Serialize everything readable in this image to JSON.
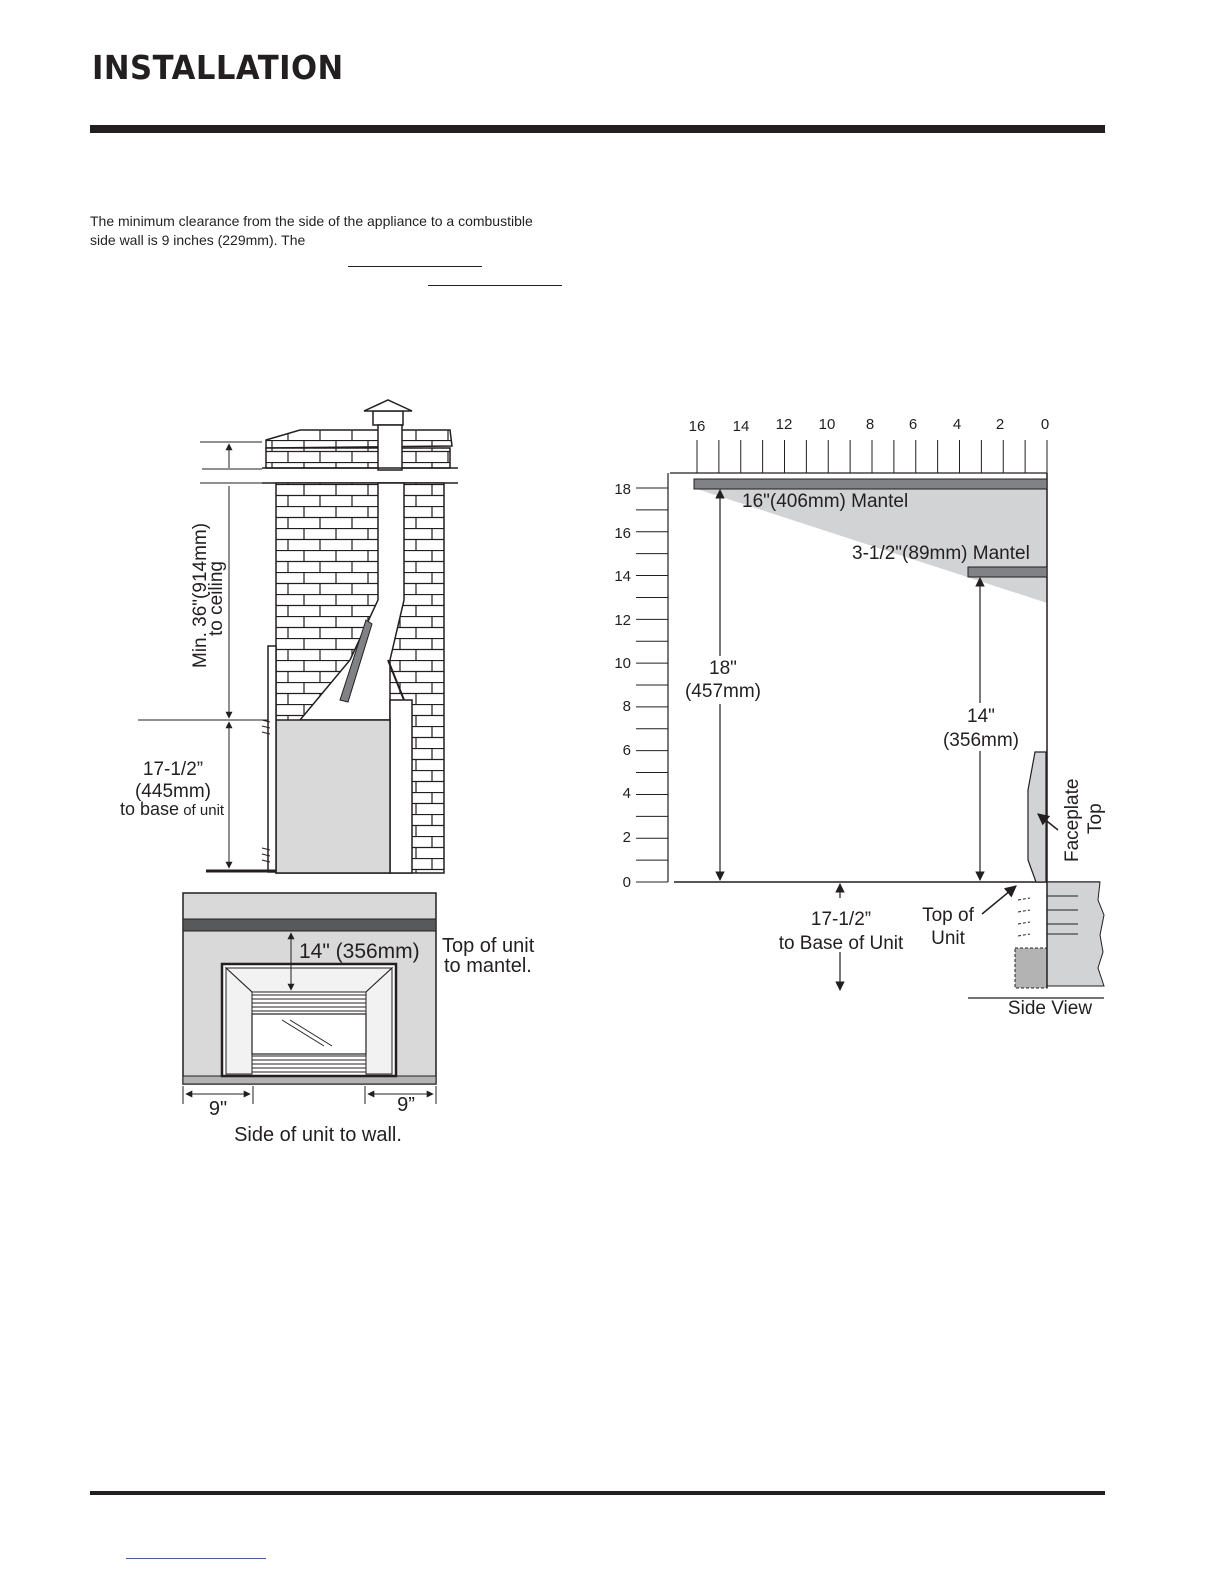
{
  "page": {
    "heading": "INSTALLATION",
    "paragraph_line1": "The minimum clearance from the side of the appliance to a combustible",
    "paragraph_line2": "side wall is 9 inches (229mm). The"
  },
  "figure_left": {
    "ceiling_label_line1": "Min. 36\"(914mm)",
    "ceiling_label_line2": "to ceiling",
    "base_label_line1": "17-1/2”",
    "base_label_line2": "(445mm)",
    "base_label_line3a": "to base",
    "base_label_line3b": " of unit",
    "mantel_dim": "14\" (356mm)",
    "mantel_label_line1": "Top of unit",
    "mantel_label_line2": "to mantel.",
    "side_left": "9\"",
    "side_right": "9”",
    "side_caption": "Side of unit to wall."
  },
  "figure_right": {
    "top_ticks": [
      "16",
      "14",
      "12",
      "10",
      "8",
      "6",
      "4",
      "2",
      "0"
    ],
    "left_ticks": [
      "18",
      "16",
      "14",
      "12",
      "10",
      "8",
      "6",
      "4",
      "2",
      "0"
    ],
    "mantel_16_label": "16\"(406mm) Mantel",
    "mantel_3half_label": "3-1/2\"(89mm) Mantel",
    "dim_18_line1": "18\"",
    "dim_18_line2": "(457mm)",
    "dim_14_line1": "14\"",
    "dim_14_line2": "(356mm)",
    "faceplate_line1": "Faceplate",
    "faceplate_line2": "Top",
    "base_line1": "17-1/2”",
    "base_line2": "to Base of Unit",
    "top_unit_line1": "Top of",
    "top_unit_line2": "Unit",
    "side_view": "Side View"
  },
  "colors": {
    "ink": "#231f20",
    "mantel_shade": "#d1d3d4",
    "mantel_bar": "#808285",
    "panel_gray": "#d9d9d9",
    "dark_band": "#58595b"
  }
}
